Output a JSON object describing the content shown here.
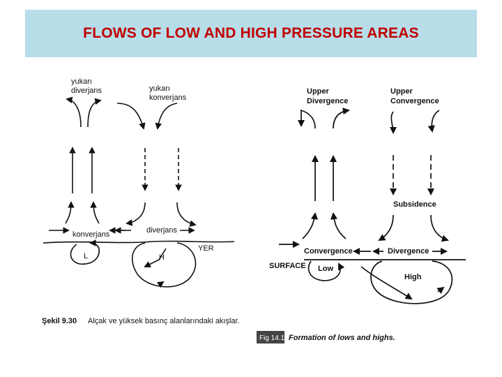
{
  "title": "FLOWS OF LOW AND HIGH PRESSURE AREAS",
  "left_figure": {
    "label_upper_divergence": [
      "yukarı",
      "diverjans"
    ],
    "label_upper_convergence": [
      "yukarı",
      "konverjans"
    ],
    "label_surface_convergence": "konverjans",
    "label_surface_divergence": "diverjans",
    "label_ground": "YER",
    "label_low": "L",
    "label_high": "H",
    "caption_number": "Şekil 9.30",
    "caption_text": "Alçak ve yüksek basınç alanlarındaki akışlar."
  },
  "right_figure": {
    "label_upper_divergence": [
      "Upper",
      "Divergence"
    ],
    "label_upper_convergence": [
      "Upper",
      "Convergence"
    ],
    "label_subsidence": "Subsidence",
    "label_convergence": "Convergence",
    "label_divergence": "Divergence",
    "label_surface": "SURFACE",
    "label_low": "Low",
    "label_high": "High",
    "caption_tag": "Fig 14.1",
    "caption_text": "Formation of lows and highs."
  }
}
